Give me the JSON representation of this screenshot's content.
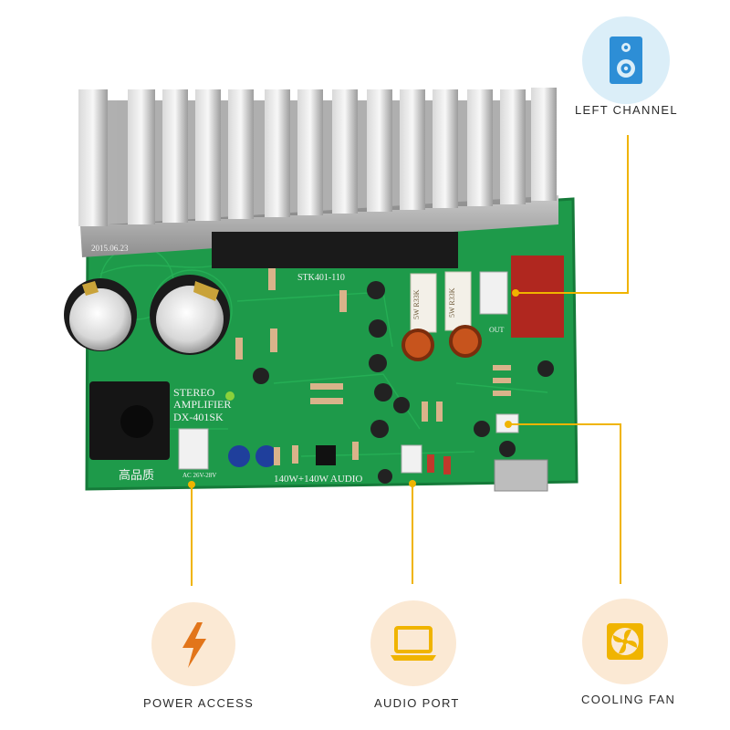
{
  "board_text": {
    "date": "2015.06.23",
    "model": "STK401-110",
    "stereo": "STEREO",
    "amplifier": "AMPLIFIER",
    "part_no": "DX-401SK",
    "power_rating": "140W+140W  AUDIO",
    "chinese_mark": "高品质",
    "voltage": "AC 26V-28V",
    "resistor_1": "5W R33K",
    "resistor_2": "5W R33K",
    "out": "OUT"
  },
  "callouts": {
    "left_channel": {
      "label": "LEFT CHANNEL",
      "icon": "speaker-icon"
    },
    "power_access": {
      "label": "POWER ACCESS",
      "icon": "lightning-icon"
    },
    "audio_port": {
      "label": "AUDIO PORT",
      "icon": "laptop-icon"
    },
    "cooling_fan": {
      "label": "COOLING FAN",
      "icon": "fan-icon"
    }
  },
  "colors": {
    "accent": "#f0b400",
    "pcb_green": "#1e9a4a",
    "badge_bg": "#fbe9d4",
    "speaker_badge_bg": "#dbeef8",
    "speaker_icon": "#2d8ed6"
  }
}
